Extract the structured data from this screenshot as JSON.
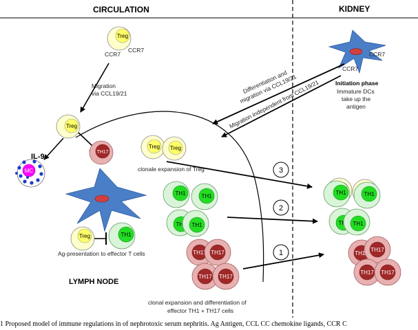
{
  "headers": {
    "circulation": "CIRCULATION",
    "kidney": "KIDNEY",
    "lymph_node": "LYMPH NODE"
  },
  "cells": {
    "treg": "Treg",
    "th1": "TH1",
    "th17": "TH17",
    "mc": "MC",
    "ccr7": "CCR7"
  },
  "labels": {
    "migration_line1": "Migration",
    "migration_line2": "via CCL19/21",
    "il9": "IL-9",
    "clonal_expansion_treg": "clonale expansion of Treg",
    "ag_presentation": "Ag-presentation to effector T cells",
    "clonal_expansion_line1": "clonal expansion and differentiation of",
    "clonal_expansion_line2": "effector TH1 + TH17 cells",
    "diff_line1": "Differentiation and",
    "diff_line2": "migration via CCL19/21",
    "migration_independent": "Migration independent from CCL19/21",
    "initiation_title": "Initiation phase",
    "initiation_line1": "Immature DCs",
    "initiation_line2": "take up the",
    "initiation_line3": "antigen"
  },
  "steps": [
    "1",
    "2",
    "3"
  ],
  "caption": "1  Proposed model of immune regulations in of nephrotoxic serum nephritis. Ag Antigen, CCL CC chemokine ligands, CCR C",
  "colors": {
    "treg_fill": "#ffff66",
    "treg_ring": "#ffffcc",
    "th1_fill": "#22dd22",
    "th1_ring": "#d8f5d8",
    "th17_fill": "#a02828",
    "th17_ring": "#e8b0b0",
    "mc_fill": "#ff00ff",
    "mc_dot": "#1a3ccc",
    "dc_fill": "#4a7fc8",
    "dc_nucleus": "#d04040"
  }
}
